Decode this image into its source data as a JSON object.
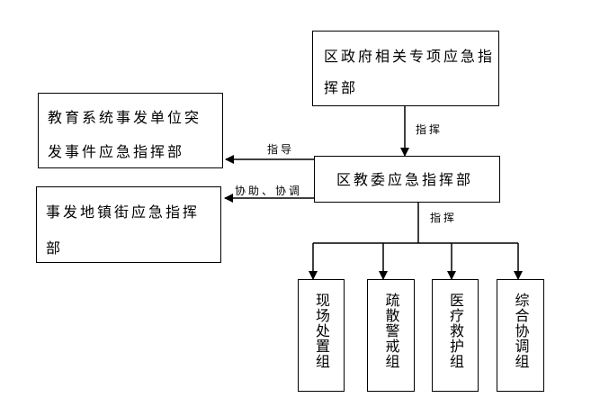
{
  "boxes": {
    "district_gov": {
      "line1": "区政府相关专项应急指",
      "line2": "挥部"
    },
    "edu_system": {
      "line1": "教育系统事发单位突",
      "line2": "发事件应急指挥部"
    },
    "town_street": {
      "line1": "事发地镇街应急指挥",
      "line2": "部"
    },
    "edu_committee": {
      "label": "区教委应急指挥部"
    },
    "groups": [
      {
        "label": "现场处置组"
      },
      {
        "label": "疏散警戒组"
      },
      {
        "label": "医疗救护组"
      },
      {
        "label": "综合协调组"
      }
    ]
  },
  "labels": {
    "command_down": "指挥",
    "guide_left": "指导",
    "assist_left": "协助、协调",
    "command_groups": "指挥"
  }
}
